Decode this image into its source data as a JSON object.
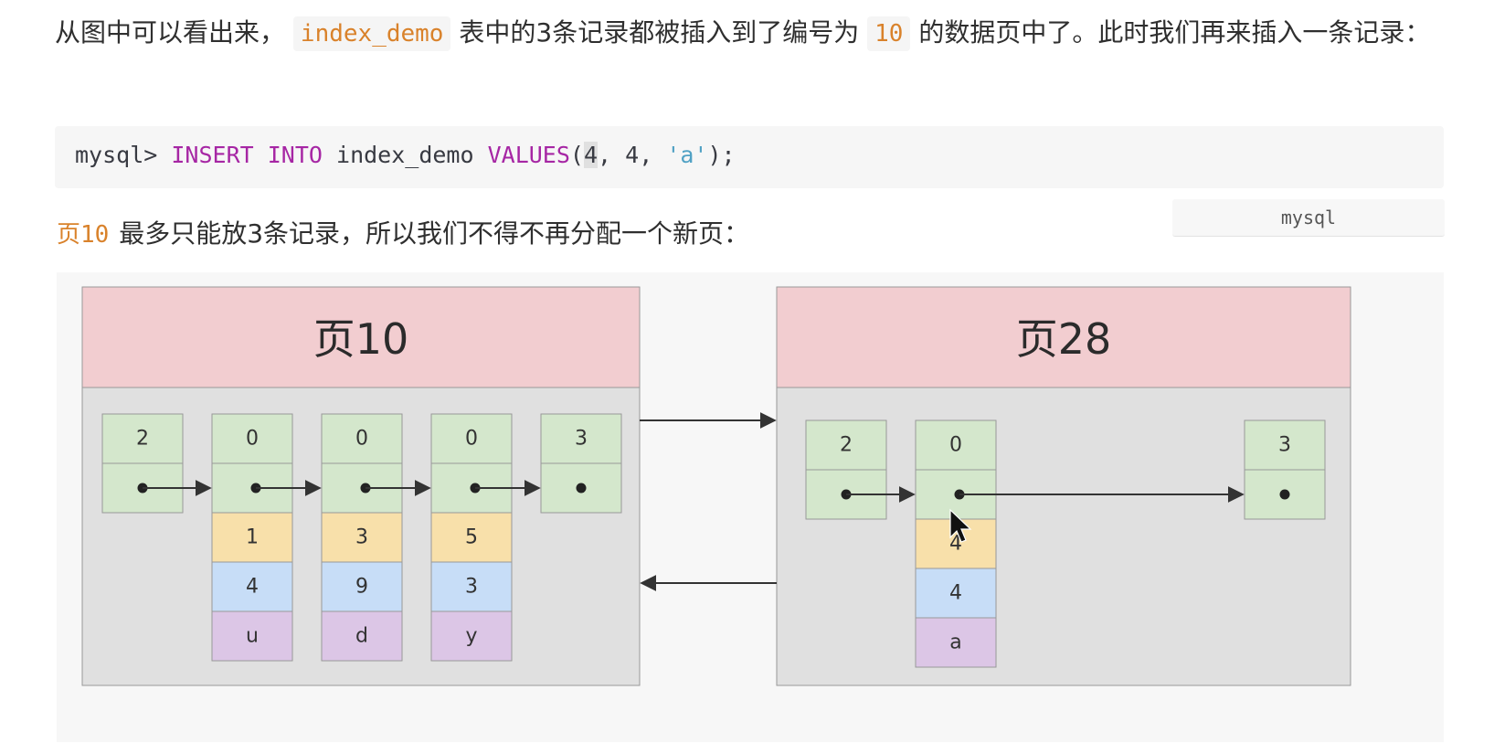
{
  "paragraph1": {
    "part1": "从图中可以看出来，",
    "code1": "index_demo",
    "part2": "表中的3条记录都被插入到了编号为",
    "code2": "10",
    "part3": "的数据页中了。此时我们再来插入一条记录："
  },
  "code_block": {
    "prompt": "mysql> ",
    "kw_insert": "INSERT",
    "kw_into": "INTO",
    "table": "index_demo",
    "kw_values": "VALUES",
    "open_paren": "(",
    "v1": "4",
    "sep1": ", ",
    "v2": "4",
    "sep2": ", ",
    "v3": "'a'",
    "close": ");",
    "language": "mysql"
  },
  "paragraph2": {
    "code": "页10",
    "rest": "最多只能放3条记录，所以我们不得不再分配一个新页："
  },
  "diagram": {
    "page10": {
      "title": "页10",
      "records": [
        {
          "header": "2"
        },
        {
          "header": "0",
          "pk": "1",
          "c2": "4",
          "c3": "u"
        },
        {
          "header": "0",
          "pk": "3",
          "c2": "9",
          "c3": "d"
        },
        {
          "header": "0",
          "pk": "5",
          "c2": "3",
          "c3": "y"
        },
        {
          "header": "3"
        }
      ]
    },
    "page28": {
      "title": "页28",
      "records": [
        {
          "header": "2"
        },
        {
          "header": "0",
          "pk": "4",
          "c2": "4",
          "c3": "a"
        },
        {
          "header": "3"
        }
      ]
    },
    "colors": {
      "title_bg": "#f2cdd0",
      "body_bg": "#e0e0e0",
      "header_cell": "#d4e7cc",
      "pk_cell": "#f8e0aa",
      "c2_cell": "#c7ddf7",
      "c3_cell": "#dcc6e6"
    }
  }
}
